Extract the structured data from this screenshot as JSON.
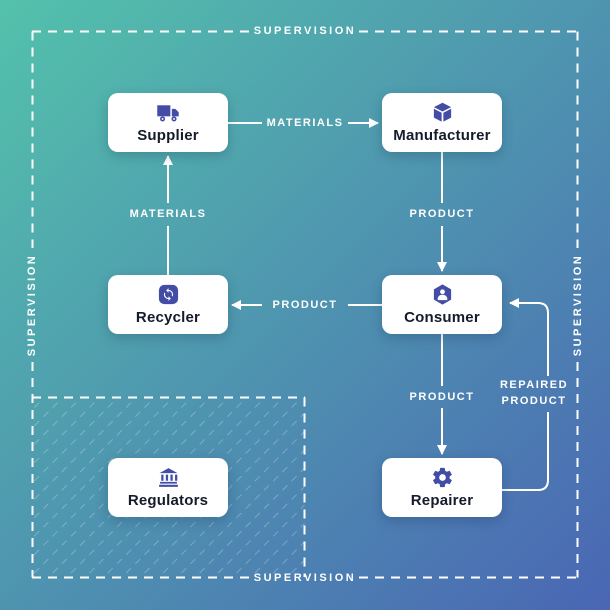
{
  "supervision": {
    "label": "SUPERVISION"
  },
  "nodes": {
    "supplier": {
      "label": "Supplier",
      "icon": "truck-icon"
    },
    "manufacturer": {
      "label": "Manufacturer",
      "icon": "cube-icon"
    },
    "recycler": {
      "label": "Recycler",
      "icon": "recycle-icon"
    },
    "consumer": {
      "label": "Consumer",
      "icon": "user-hexagon-icon"
    },
    "regulators": {
      "label": "Regulators",
      "icon": "bank-icon"
    },
    "repairer": {
      "label": "Repairer",
      "icon": "gear-icon"
    }
  },
  "edges": [
    {
      "from": "Supplier",
      "to": "Manufacturer",
      "label": "MATERIALS"
    },
    {
      "from": "Recycler",
      "to": "Supplier",
      "label": "MATERIALS"
    },
    {
      "from": "Manufacturer",
      "to": "Consumer",
      "label": "PRODUCT"
    },
    {
      "from": "Consumer",
      "to": "Recycler",
      "label": "PRODUCT"
    },
    {
      "from": "Consumer",
      "to": "Repairer",
      "label": "PRODUCT"
    },
    {
      "from": "Repairer",
      "to": "Consumer",
      "label": "REPAIRED PRODUCT"
    }
  ],
  "colors": {
    "gradient_start": "#53c2ab",
    "gradient_end": "#4a66b4",
    "node_bg": "#ffffff",
    "node_text": "#151b2b",
    "icon": "#434da6",
    "line": "#ffffff"
  }
}
